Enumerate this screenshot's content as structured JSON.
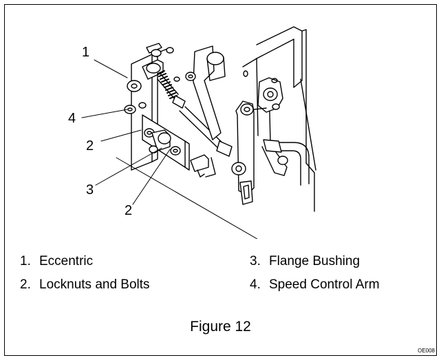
{
  "callouts": {
    "c1": "1",
    "c4": "4",
    "c2a": "2",
    "c3": "3",
    "c2b": "2"
  },
  "legend": [
    {
      "num": "1.",
      "text": "Eccentric"
    },
    {
      "num": "2.",
      "text": "Locknuts and Bolts"
    },
    {
      "num": "3.",
      "text": "Flange Bushing"
    },
    {
      "num": "4.",
      "text": "Speed Control Arm"
    }
  ],
  "caption": "Figure 12",
  "figure_code": "OE008"
}
